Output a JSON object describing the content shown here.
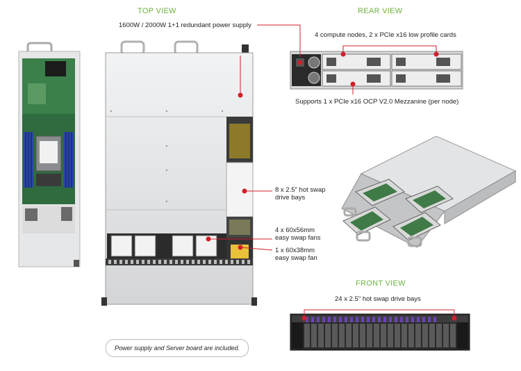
{
  "headings": {
    "top_view": "TOP VIEW",
    "rear_view": "REAR VIEW",
    "front_view": "FRONT VIEW"
  },
  "callouts": {
    "power_supply": "1600W / 2000W 1+1 redundant power supply",
    "compute_nodes": "4 compute nodes, 2 x PCIe x16 low profile cards",
    "ocp_mezzanine": "Supports 1 x PCIe x16 OCP V2.0 Mezzanine (per node)",
    "drive_bays_line1": "8 x 2.5\" hot swap",
    "drive_bays_line2": "drive bays",
    "fans_56_line1": "4 x 60x56mm",
    "fans_56_line2": "easy swap fans",
    "fan_38_line1": "1 x 60x38mm",
    "fan_38_line2": "easy swap fan",
    "front_drive_bays": "24 x 2.5\" hot swap drive bays"
  },
  "note": "Power supply and Server board are included.",
  "colors": {
    "heading": "#6db33f",
    "callout_dot": "#d0202c",
    "leader_line": "#d0202c"
  }
}
